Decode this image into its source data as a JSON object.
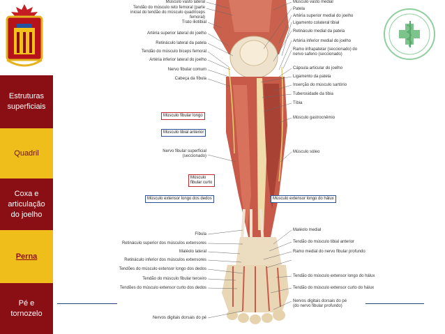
{
  "nav": [
    {
      "label": "Estruturas superficiais",
      "style": "dark",
      "active": false
    },
    {
      "label": "Quadril",
      "style": "gold",
      "active": false
    },
    {
      "label": "Coxa e articulação do joelho",
      "style": "dark",
      "active": false
    },
    {
      "label": "Perna",
      "style": "gold",
      "active": true
    },
    {
      "label": "Pé e tornozelo",
      "style": "dark",
      "active": false
    }
  ],
  "labels_left": [
    "Músculo vasto lateral",
    "Tendão do músculo reto femoral (parte inicial do tendão do músculo quadríceps femoral)",
    "Trato iliotibial",
    "Artéria superior lateral do joelho",
    "Retináculo lateral da patela",
    "Tendão do músculo bíceps femoral",
    "Artéria inferior lateral do joelho",
    "Nervo fibular comum",
    "Cabeça da fíbula",
    "Nervo fibular superficial (seccionado)",
    "Fíbula",
    "Retináculo superior dos músculos extensores",
    "Maléolo lateral",
    "Retináculo inferior dos músculos extensores",
    "Tendões do músculo extensor longo dos dedos",
    "Tendão do músculo fibular terceiro",
    "Tendões do músculo extensor curto dos dedos",
    "Nervos digitais dorsais do pé"
  ],
  "labels_right": [
    "Músculo vasto medial",
    "Patela",
    "Artéria superior medial do joelho",
    "Ligamento colateral tibial",
    "Retináculo medial da patela",
    "Artéria inferior medial do joelho",
    "Ramo infrapatelar (seccionado) do nervo safeno (seccionado)",
    "Cápsula articular do joelho",
    "Ligamento da patela",
    "Inserção do músculo sartório",
    "Tuberosidade da tíbia",
    "Tíbia",
    "Músculo gastrocnêmio",
    "Músculo sóleo",
    "Maléolo medial",
    "Tendão do músculo tibial anterior",
    "Ramo medial do nervo fibular profundo",
    "Tendão do músculo extensor longo do hálux",
    "Tendão do músculo extensor curto do hálux",
    "Nervos digitais dorsais do pé (do nervo fibular profundo)"
  ],
  "boxed_labels": {
    "fibular_longo": "Músculo fibular longo",
    "tibial_anterior": "Músculo tibial anterior",
    "fibular_curto": "Músculo fibular curto",
    "ext_longo_dedos": "Músculo extensor longo dos dedos",
    "ext_longo_halux": "Músculo extensor longo do hálux"
  },
  "colors": {
    "nav_dark": "#8a0f15",
    "nav_gold": "#f0be1a",
    "muscle": "#c85a4a",
    "tendon": "#efe3cf",
    "rule": "#24427a",
    "box_red": "#c0272d",
    "box_blue": "#2a4f96"
  }
}
